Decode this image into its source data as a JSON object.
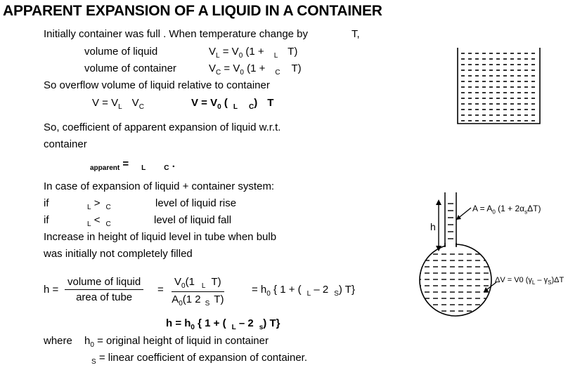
{
  "title": "APPARENT EXPANSION OF A LIQUID IN A CONTAINER",
  "intro": {
    "line1": "Initially container was full . When temperature change by",
    "line1_T": "T,",
    "vol_liquid_label": "volume of liquid",
    "vol_liquid_eq_a": "V",
    "vol_liquid_eq_sub1": "L",
    "vol_liquid_eq_b": "= V",
    "vol_liquid_eq_sub2": "0",
    "vol_liquid_eq_c": "(1 +",
    "vol_liquid_eq_sub3": "L",
    "vol_liquid_eq_d": "T)",
    "vol_container_label": "volume of container",
    "vol_container_eq_a": "V",
    "vol_container_eq_sub1": "C",
    "vol_container_eq_b": "= V",
    "vol_container_eq_sub2": "0",
    "vol_container_eq_c": "(1 +",
    "vol_container_eq_sub3": "C",
    "vol_container_eq_d": "T)",
    "overflow_line": "So overflow volume of liquid relative to container",
    "overflow_eq_a": "V = V",
    "overflow_eq_sub1": "L",
    "overflow_eq_b": "V",
    "overflow_eq_sub2": "C",
    "overflow_bold_a": "V = V",
    "overflow_bold_sub1": "0",
    "overflow_bold_b": "(",
    "overflow_bold_sub2": "L",
    "overflow_bold_sub3": "C",
    "overflow_bold_c": ")",
    "overflow_bold_d": "T"
  },
  "coefficient": {
    "line1": "So, coefficient of apparent expansion of liquid w.r.t.",
    "line2": "container",
    "sub_apparent": "apparent",
    "eq": "=",
    "sub_L": "L",
    "sub_C": "C",
    "dot": "."
  },
  "system": {
    "line1": "In case of expansion of liquid + container system:",
    "if1": "if",
    "if1_sub1": "L",
    "if1_op": ">",
    "if1_sub2": "C",
    "if1_result": "level of liquid rise",
    "if2": "if",
    "if2_sub1": "L",
    "if2_op": "<",
    "if2_sub2": "C",
    "if2_result": "level of liquid fall",
    "height_line1": "Increase in height of liquid level in tube when bulb",
    "height_line2": "was initially not completely filled"
  },
  "formula": {
    "h_eq": "h =",
    "frac1_num": "volume of liquid",
    "frac1_den": "area of tube",
    "eq2": "=",
    "frac2_num_a": "V",
    "frac2_num_sub": "0",
    "frac2_num_b": "(1",
    "frac2_num_sub2": "L",
    "frac2_num_c": "T)",
    "frac2_den_a": "A",
    "frac2_den_sub": "0",
    "frac2_den_b": "(1  2",
    "frac2_den_sub2": "S",
    "frac2_den_c": "T)",
    "rhs_a": "= h",
    "rhs_sub0": "0",
    "rhs_b": "{ 1 + (",
    "rhs_subL": "L",
    "rhs_c": "– 2",
    "rhs_subS": "S",
    "rhs_d": ")    T}",
    "bold_a": "h = h",
    "bold_sub0": "0",
    "bold_b": "{ 1 + (",
    "bold_subL": "L",
    "bold_c": "– 2",
    "bold_subS": "s",
    "bold_d": ")    T}"
  },
  "where": {
    "label": "where",
    "h0_a": "h",
    "h0_sub": "0",
    "h0_text": "= original height of liquid in container",
    "s_sub": "S",
    "s_text": "= linear coefficient of expansion of container."
  },
  "diagram": {
    "h_label": "h",
    "area_label_a": "A = A",
    "area_label_sub": "0",
    "area_label_b": "(1 + 2α",
    "area_label_sub2": "s",
    "area_label_c": "ΔT)",
    "dv_label_a": "ΔV = V0 (γ",
    "dv_label_sub1": "L",
    "dv_label_b": "– γ",
    "dv_label_sub2": "S",
    "dv_label_c": ")ΔT"
  }
}
